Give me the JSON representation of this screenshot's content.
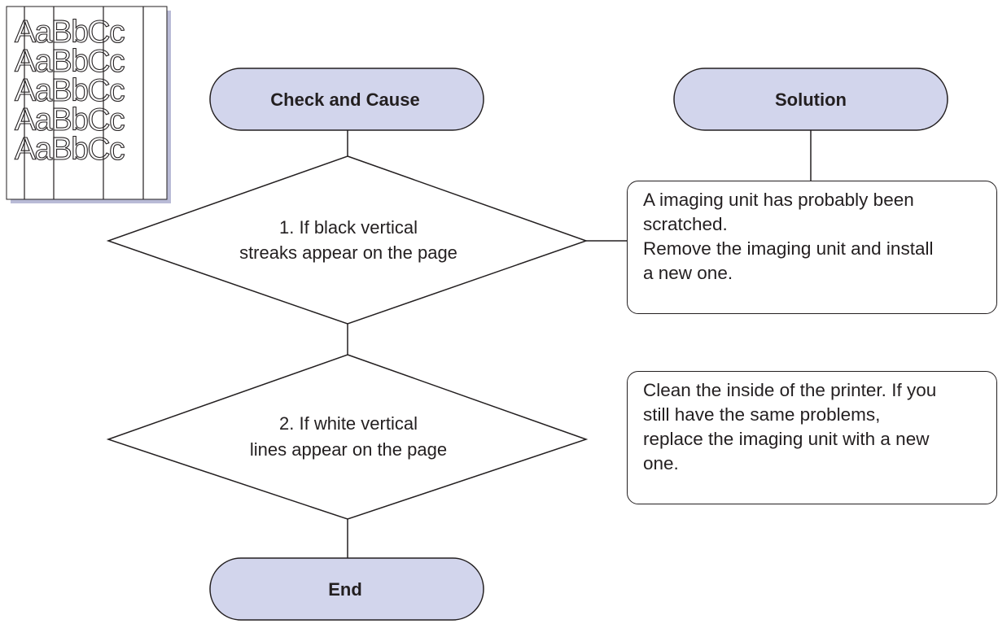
{
  "sample": {
    "lines": [
      "AaBbCc",
      "AaBbCc",
      "AaBbCc",
      "AaBbCc",
      "AaBbCc"
    ]
  },
  "headers": {
    "check_and_cause": "Check and Cause",
    "solution": "Solution"
  },
  "steps": [
    {
      "condition_lines": [
        "1. If black vertical",
        "streaks appear on the page"
      ],
      "solution_lines": [
        "A imaging unit has probably been",
        "scratched.",
        "Remove the imaging unit and install",
        "a new one."
      ]
    },
    {
      "condition_lines": [
        "2. If white vertical",
        "lines appear on the page"
      ],
      "solution_lines": [
        "Clean the inside of the printer. If you",
        "still have the same problems,",
        "replace the imaging unit with a new",
        "one."
      ]
    }
  ],
  "end_label": "End",
  "colors": {
    "terminator_fill": "#d2d5ec",
    "line": "#231f20",
    "sample_shadow": "#b9bbd6"
  }
}
